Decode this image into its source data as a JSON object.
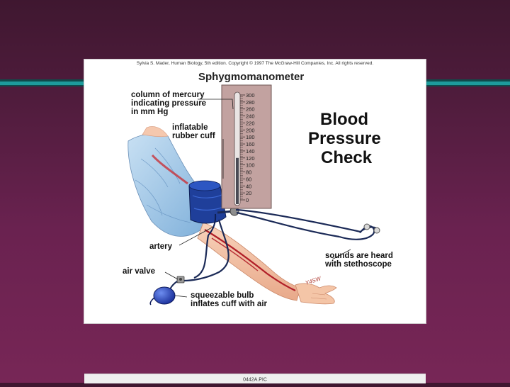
{
  "slide": {
    "copyright": "Sylvia S. Mader, Human Biology, 5th edition. Copyright © 1997 The McGraw-Hill Companies, Inc. All rights reserved.",
    "diagram_title": "Sphygmomanometer",
    "heading_lines": [
      "Blood",
      "Pressure",
      "Check"
    ],
    "caption": "0442A.PIC",
    "signature": "Y4SW"
  },
  "labels": {
    "mercury": [
      "column of mercury",
      "indicating pressure",
      "in mm Hg"
    ],
    "cuff": [
      "inflatable",
      "rubber cuff"
    ],
    "artery": "artery",
    "air_valve": "air valve",
    "stethoscope": [
      "sounds are heard",
      "with stethoscope"
    ],
    "bulb": [
      "squeezable bulb",
      "inflates cuff with air"
    ]
  },
  "gauge": {
    "scale": [
      "300",
      "280",
      "260",
      "240",
      "220",
      "200",
      "180",
      "160",
      "140",
      "120",
      "100",
      "80",
      "60",
      "40",
      "20",
      "0"
    ],
    "mercury_level_mmHg": 120
  },
  "colors": {
    "cuff": "#1f3f9a",
    "gown": "#9fc6e6",
    "skin": "#f3c2a4",
    "artery": "#b11f28",
    "mercury_panel": "#c2a2a0",
    "tubing": "#1b2a57",
    "accent_stripe": "#1d9c9c"
  }
}
